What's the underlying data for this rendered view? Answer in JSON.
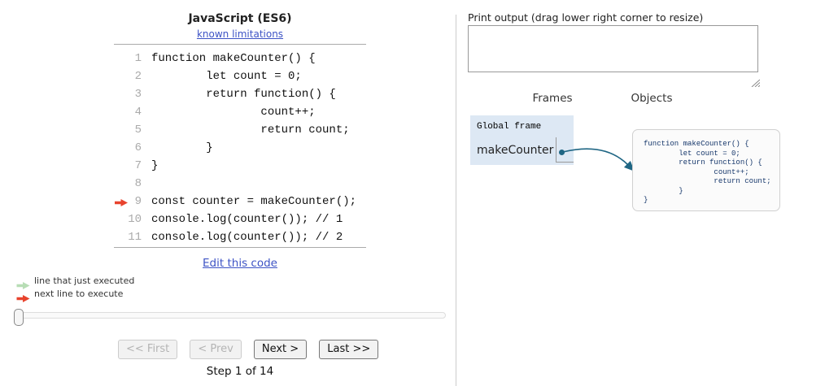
{
  "colors": {
    "link": "#3d53c5",
    "legend-executed": "#b7ddb5",
    "legend-next": "#e8432d",
    "pointer": "#1f6684",
    "frame-bg": "#dde8f4",
    "func-code": "#16376b"
  },
  "editor": {
    "language_label": "JavaScript (ES6)",
    "limitations_link": "known limitations",
    "edit_link": "Edit this code",
    "current_line": 9,
    "lines": [
      {
        "num": "1",
        "text": "function makeCounter() {"
      },
      {
        "num": "2",
        "text": "        let count = 0;"
      },
      {
        "num": "3",
        "text": "        return function() {"
      },
      {
        "num": "4",
        "text": "                count++;"
      },
      {
        "num": "5",
        "text": "                return count;"
      },
      {
        "num": "6",
        "text": "        }"
      },
      {
        "num": "7",
        "text": "}"
      },
      {
        "num": "8",
        "text": ""
      },
      {
        "num": "9",
        "text": "const counter = makeCounter();"
      },
      {
        "num": "10",
        "text": "console.log(counter()); // 1"
      },
      {
        "num": "11",
        "text": "console.log(counter()); // 2"
      }
    ]
  },
  "legend": {
    "just_executed": "line that just executed",
    "next_line": "next line to execute"
  },
  "controls": {
    "first_label": "<< First",
    "prev_label": "< Prev",
    "next_label": "Next >",
    "last_label": "Last >>",
    "step_text": "Step 1 of 14"
  },
  "output": {
    "label": "Print output (drag lower right corner to resize)",
    "value": ""
  },
  "viz": {
    "frames_header": "Frames",
    "objects_header": "Objects",
    "global_frame": {
      "title": "Global frame",
      "variables": [
        {
          "name": "makeCounter"
        }
      ]
    },
    "function_object": {
      "code": "function makeCounter() {\n        let count = 0;\n        return function() {\n                count++;\n                return count;\n        }\n}"
    }
  }
}
